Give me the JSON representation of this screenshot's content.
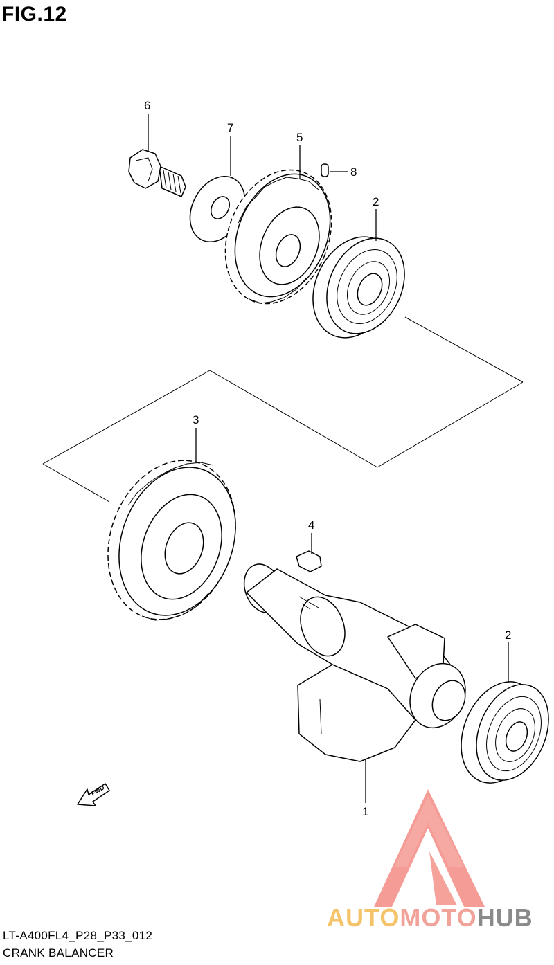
{
  "figure": {
    "title": "FIG.12"
  },
  "callouts": {
    "p1": "1",
    "p2a": "2",
    "p2b": "2",
    "p3": "3",
    "p4": "4",
    "p5": "5",
    "p6": "6",
    "p7": "7",
    "p8": "8"
  },
  "fwd_label": "FWD",
  "footer": {
    "code": "LT-A400FL4_P28_P33_012",
    "name": "CRANK BALANCER"
  },
  "watermark": {
    "part1": "AUTO",
    "part2": "MOTO",
    "part3": "HUB",
    "colors": {
      "auto": "#f5c46a",
      "moto": "#f1a39a",
      "hub": "#8a8a8a",
      "logo": "#f28b82"
    }
  }
}
